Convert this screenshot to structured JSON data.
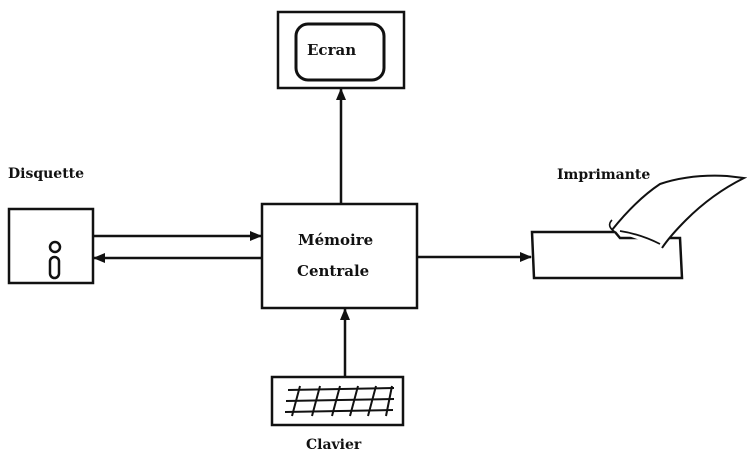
{
  "diagram": {
    "nodes": {
      "memoire_centrale": {
        "line1": "Mémoire",
        "line2": "Centrale"
      },
      "ecran": {
        "label": "Ecran"
      },
      "disquette": {
        "label": "Disquette"
      },
      "imprimante": {
        "label": "Imprimante"
      },
      "clavier": {
        "label": "Clavier"
      }
    },
    "edges": [
      {
        "from": "memoire_centrale",
        "to": "ecran"
      },
      {
        "from": "disquette",
        "to": "memoire_centrale"
      },
      {
        "from": "memoire_centrale",
        "to": "disquette"
      },
      {
        "from": "memoire_centrale",
        "to": "imprimante"
      },
      {
        "from": "clavier",
        "to": "memoire_centrale"
      }
    ],
    "colors": {
      "ink": "#111111",
      "background": "#ffffff"
    }
  }
}
